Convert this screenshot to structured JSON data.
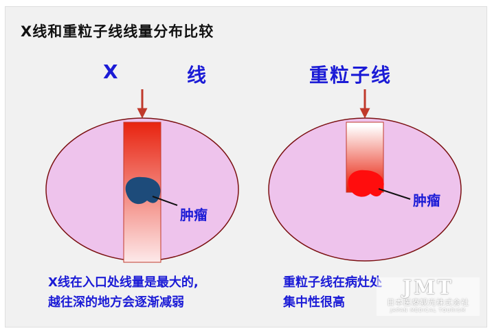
{
  "slide": {
    "title": "X线和重粒子线线量分布比较"
  },
  "x_panel": {
    "heading_part1": "X",
    "heading_part2": "线",
    "tumor_label": "肿瘤",
    "caption_line1": "X线在入口处线量是最大的,",
    "caption_line2": "越往深的地方会逐渐减弱",
    "beam_color_top": "#e8230f",
    "beam_color_bottom": "#fde9ea",
    "tumor_color": "#1d4b7a"
  },
  "heavy_panel": {
    "heading": "重粒子线",
    "tumor_label": "肿瘤",
    "caption_line1": "重粒子线在病灶处",
    "caption_line2": "集中性很高",
    "beam_color_top": "#ffffff",
    "beam_color_bottom": "#e8230f",
    "tumor_color": "#ff0d0d"
  },
  "body_color": "#eec3ec",
  "body_outline": "#7a1010",
  "arrow_color": "#c0392b",
  "watermark": {
    "logo": "JMT",
    "japanese": "日本医療観光株式会社",
    "english": "JAPAN MEDICAL TOURISM"
  }
}
